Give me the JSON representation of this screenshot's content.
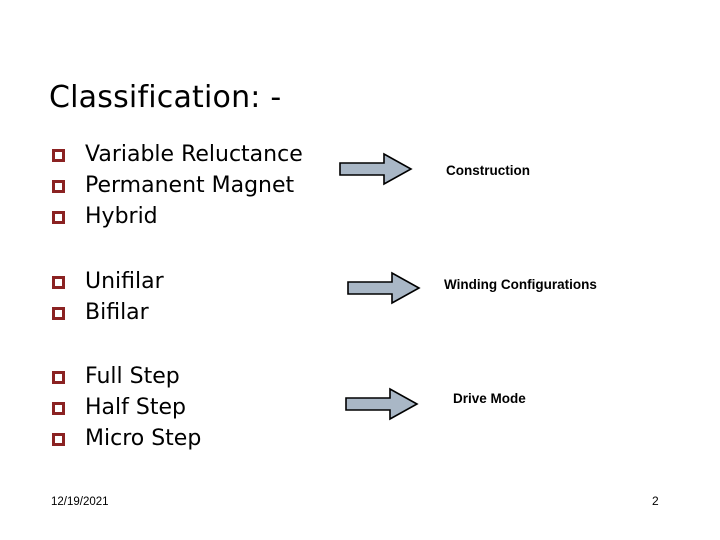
{
  "slide": {
    "title": "Classification: -",
    "background_color": "#FFFFFF",
    "bullet_color": "#8B2222",
    "arrow_fill_color": "#A9B7C6",
    "arrow_outline_color": "#000000",
    "text_color": "#000000"
  },
  "groups": [
    {
      "id": "construction",
      "items": [
        {
          "label": "Variable Reluctance"
        },
        {
          "label": "Permanent Magnet"
        },
        {
          "label": "Hybrid"
        }
      ],
      "arrow_icon": "right-block-arrow-icon",
      "category_label": "Construction"
    },
    {
      "id": "winding",
      "items": [
        {
          "label": "Unifilar"
        },
        {
          "label": "Bifilar"
        }
      ],
      "arrow_icon": "right-block-arrow-icon",
      "category_label": "Winding Configurations"
    },
    {
      "id": "drive",
      "items": [
        {
          "label": "Full Step"
        },
        {
          "label": "Half Step"
        },
        {
          "label": "Micro Step"
        }
      ],
      "arrow_icon": "right-block-arrow-icon",
      "category_label": "Drive Mode"
    }
  ],
  "footer": {
    "date": "12/19/2021",
    "page_number": "2"
  }
}
